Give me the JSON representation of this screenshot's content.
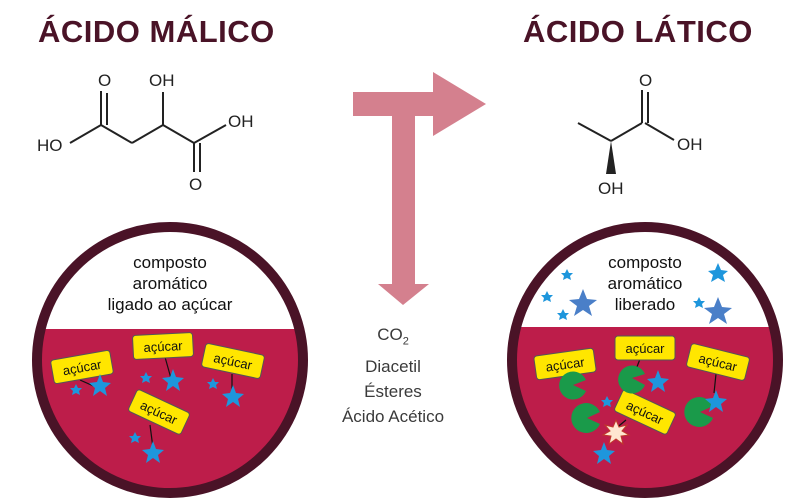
{
  "left": {
    "title": "ÁCIDO MÁLICO",
    "molecule_labels": {
      "oh_top": "OH",
      "o_top": "O",
      "ho_left": "HO",
      "oh_right": "OH",
      "o_bottom": "O"
    },
    "circle_text": [
      "composto",
      "aromático",
      "ligado ao açúcar"
    ],
    "sugar_label": "açúcar"
  },
  "right": {
    "title": "ÁCIDO LÁTICO",
    "molecule_labels": {
      "o_top": "O",
      "oh_right": "OH",
      "oh_bottom": "OH"
    },
    "circle_text": [
      "composto",
      "aromático",
      "liberado"
    ],
    "sugar_label": "açúcar"
  },
  "products": {
    "co2_main": "CO",
    "co2_sub": "2",
    "items": [
      "Diacetil",
      "Ésteres",
      "Ácido Acético"
    ]
  },
  "colors": {
    "title": "#4a1327",
    "circle_border": "#4a1327",
    "wine": "#bd1d4a",
    "arrow": "#d4808e",
    "sugar_tag": "#ffe600",
    "star_blue": "#1e96dc",
    "bacteria_green": "#1a9a4a"
  }
}
